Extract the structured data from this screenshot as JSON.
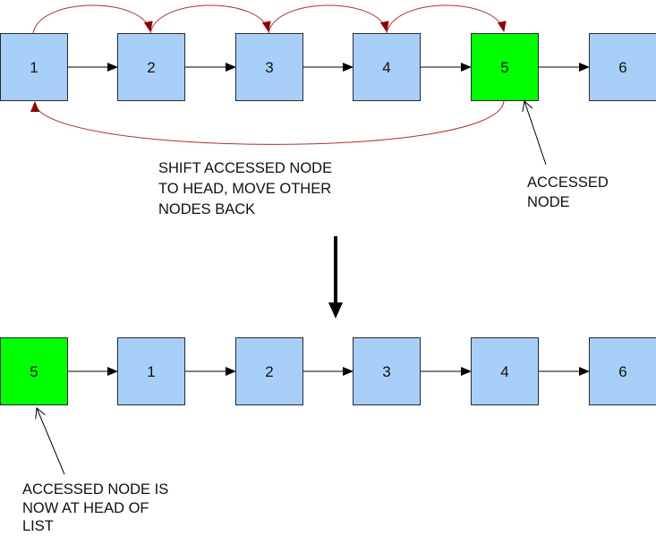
{
  "colors": {
    "node_fill": "#a8cff7",
    "accessed_fill": "#00ff00",
    "node_stroke": "#2a2a2a",
    "link_arrow": "#000000",
    "move_arrow": "#b03030",
    "move_arrowhead": "#8b0000"
  },
  "top_list": {
    "nodes": [
      {
        "label": "1",
        "accessed": false
      },
      {
        "label": "2",
        "accessed": false
      },
      {
        "label": "3",
        "accessed": false
      },
      {
        "label": "4",
        "accessed": false
      },
      {
        "label": "5",
        "accessed": true
      },
      {
        "label": "6",
        "accessed": false
      }
    ]
  },
  "bottom_list": {
    "nodes": [
      {
        "label": "5",
        "accessed": true
      },
      {
        "label": "1",
        "accessed": false
      },
      {
        "label": "2",
        "accessed": false
      },
      {
        "label": "3",
        "accessed": false
      },
      {
        "label": "4",
        "accessed": false
      },
      {
        "label": "6",
        "accessed": false
      }
    ]
  },
  "annotations": {
    "shift_note": [
      "SHIFT ACCESSED NODE",
      "TO HEAD, MOVE OTHER",
      "NODES BACK"
    ],
    "accessed_node": [
      "ACCESSED",
      "NODE"
    ],
    "head_note": [
      "ACCESSED NODE IS",
      "NOW AT HEAD OF",
      "LIST"
    ]
  }
}
